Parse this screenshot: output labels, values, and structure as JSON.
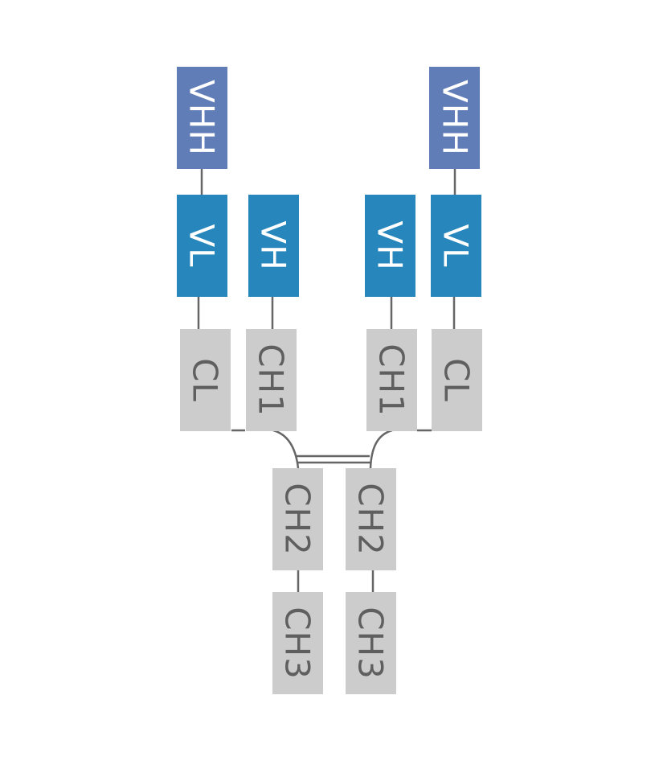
{
  "colors": {
    "vhh": "#607db7",
    "variable": "#2787bc",
    "constant": "#cccccc",
    "light_text": "#ffffff",
    "dark_text": "#5f5f5f",
    "connector": "#666666"
  },
  "domains": {
    "left_vhh": "VHH",
    "left_vl": "VL",
    "left_vh": "VH",
    "left_cl": "CL",
    "left_ch1": "CH1",
    "right_vhh": "VHH",
    "right_vh": "VH",
    "right_vl": "VL",
    "right_ch1": "CH1",
    "right_cl": "CL",
    "left_ch2": "CH2",
    "right_ch2": "CH2",
    "left_ch3": "CH3",
    "right_ch3": "CH3"
  }
}
